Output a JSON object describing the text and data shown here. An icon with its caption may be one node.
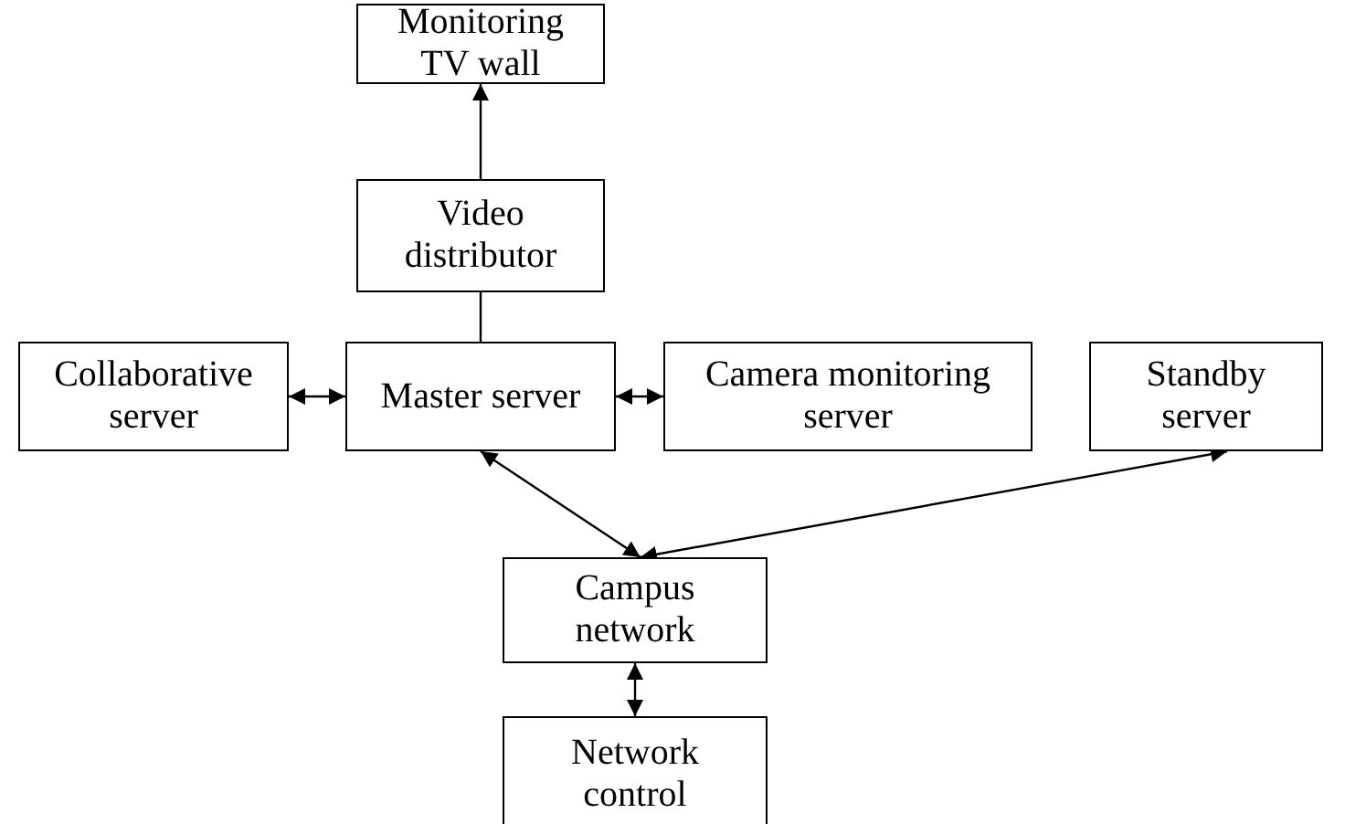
{
  "diagram": {
    "nodes": [
      {
        "text": [
          "Monitoring TV wall"
        ]
      },
      {
        "text": [
          "Video distributor"
        ]
      },
      {
        "text": [
          "Collaborative server"
        ]
      },
      {
        "text": [
          "Master server"
        ]
      },
      {
        "text": [
          "Camera monitoring server"
        ]
      },
      {
        "text": [
          "Standby server"
        ]
      },
      {
        "text": [
          "Campus network"
        ]
      },
      {
        "text": [
          "Network control"
        ]
      }
    ],
    "edges": [
      {
        "from": 1,
        "to": 0,
        "arrow": "to"
      },
      {
        "from": 3,
        "to": 1,
        "arrow": "none"
      },
      {
        "from": 2,
        "to": 3,
        "arrow": "both"
      },
      {
        "from": 3,
        "to": 4,
        "arrow": "both"
      },
      {
        "from": 3,
        "to": 6,
        "arrow": "both"
      },
      {
        "from": 5,
        "to": 6,
        "arrow": "both"
      },
      {
        "from": 6,
        "to": 7,
        "arrow": "both"
      }
    ]
  }
}
